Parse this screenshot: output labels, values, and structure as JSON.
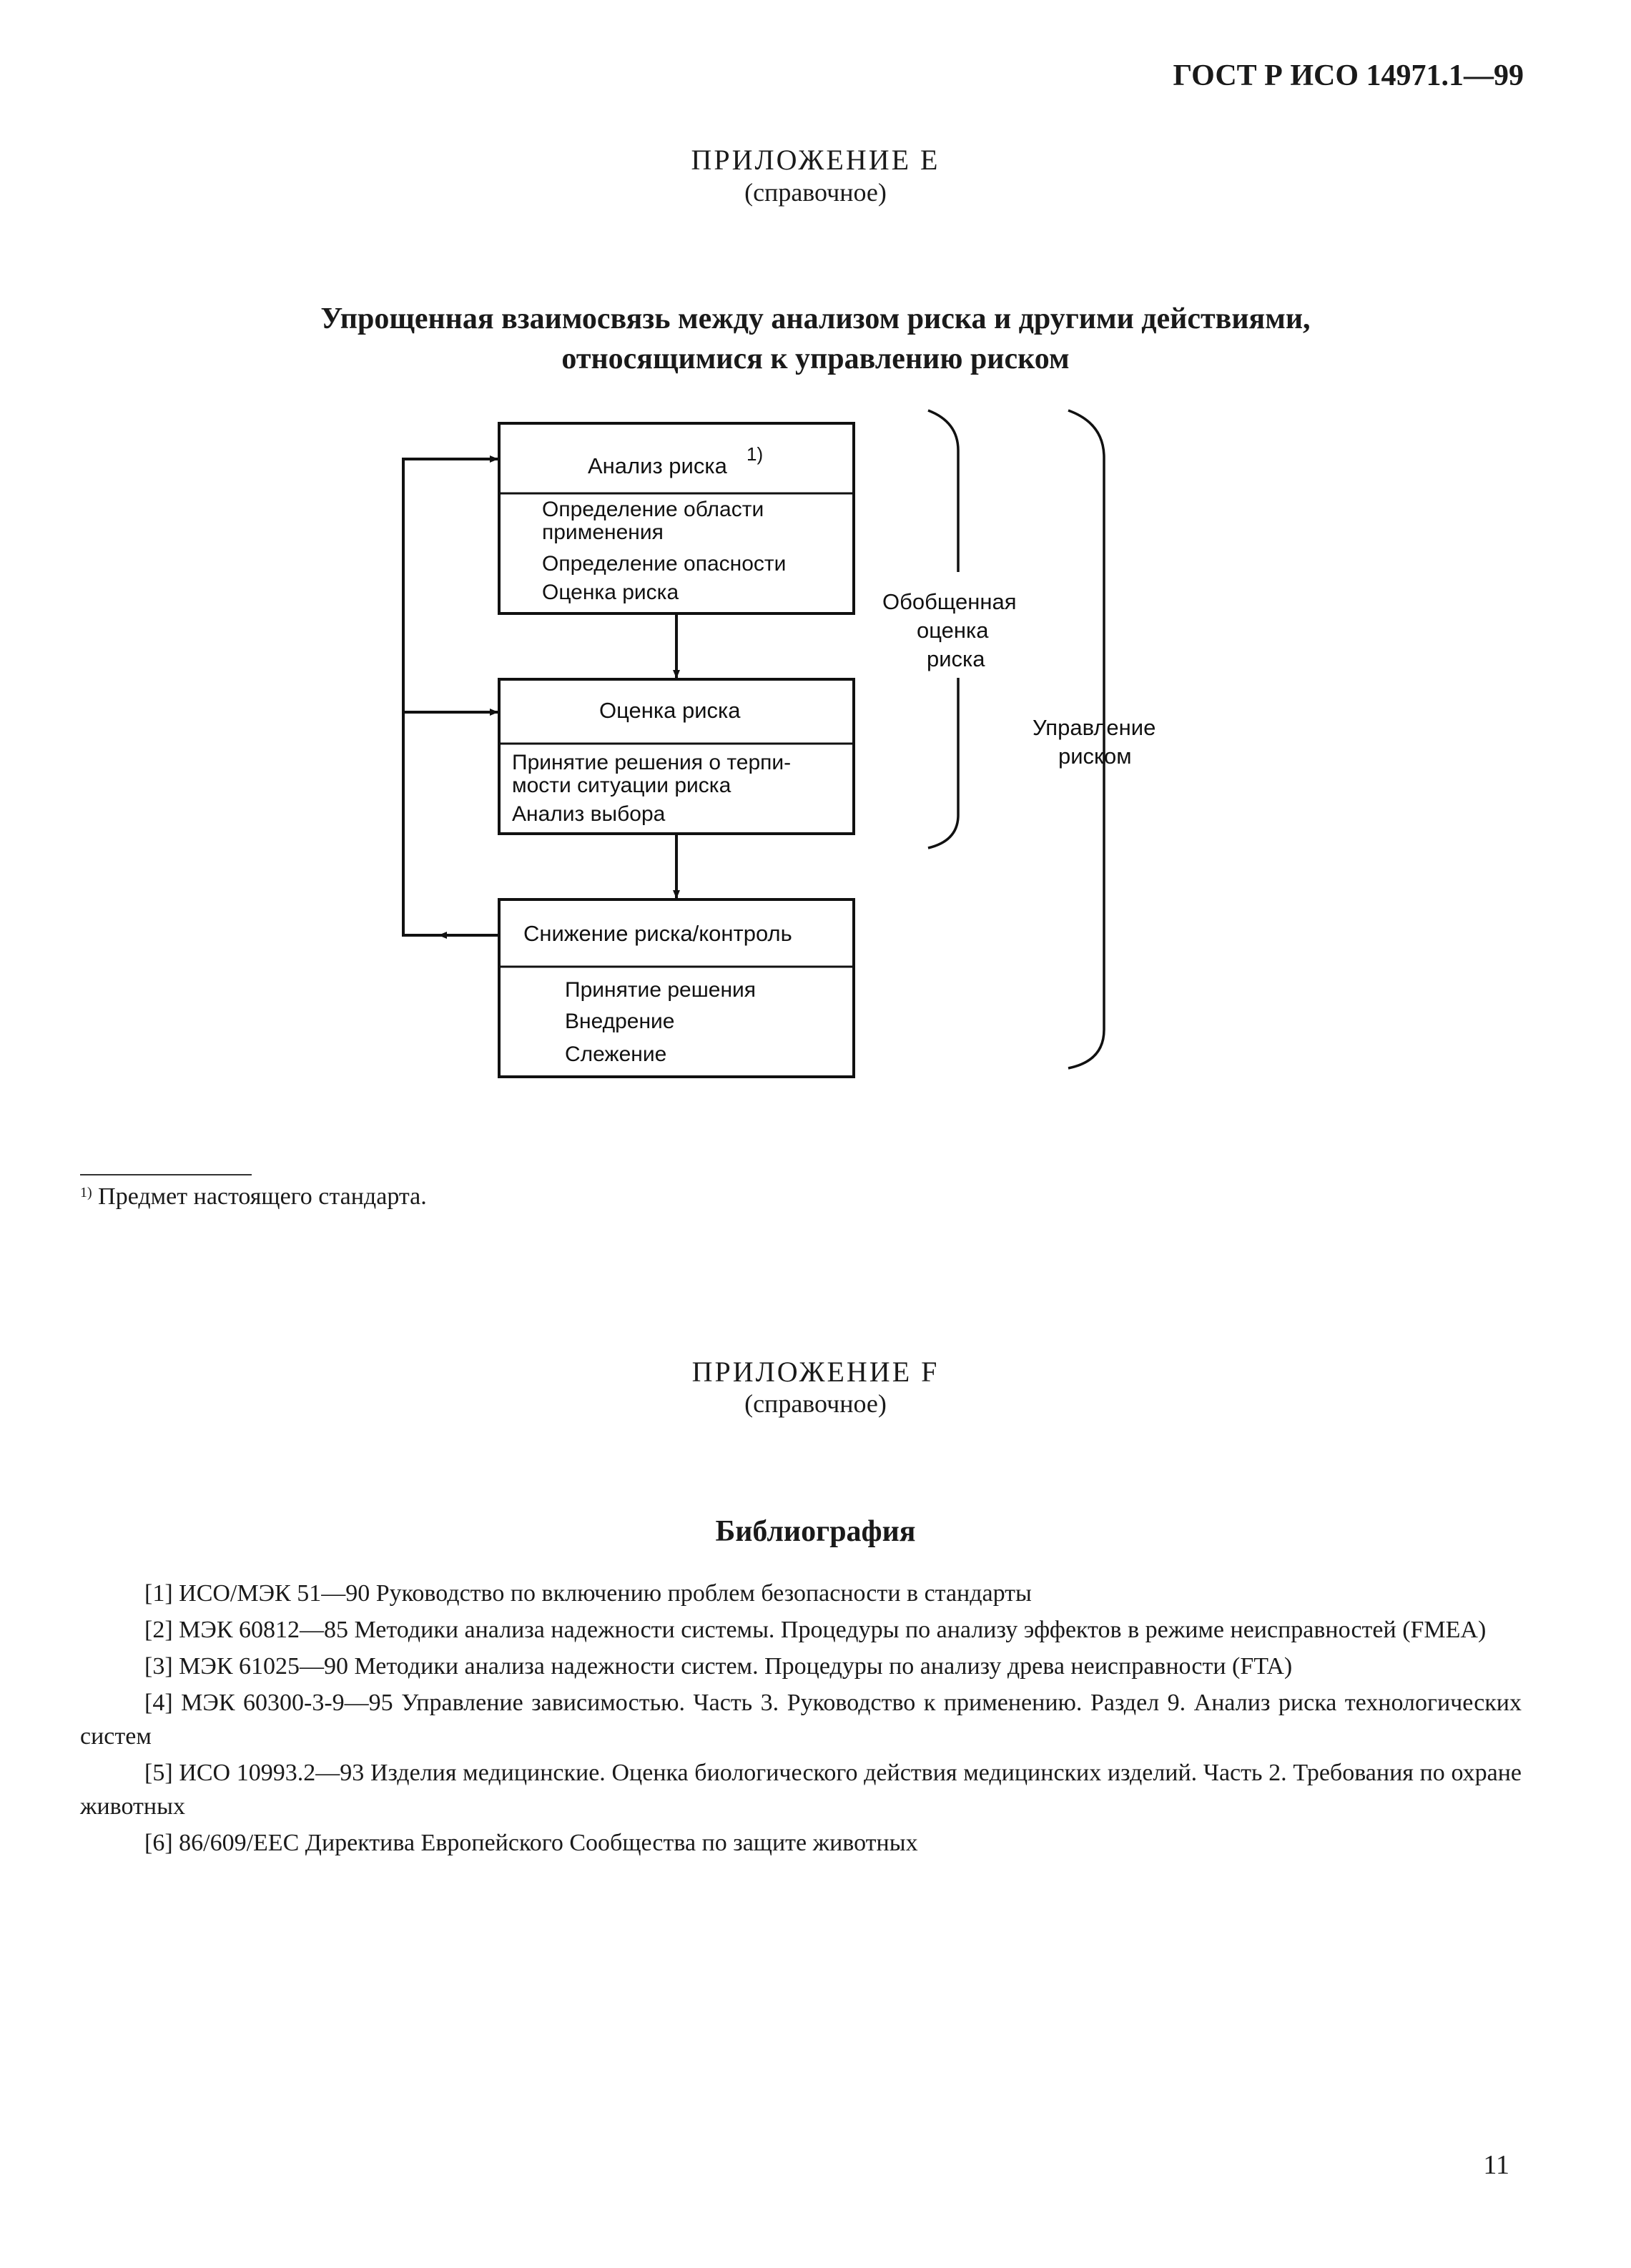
{
  "header": {
    "standard_code": "ГОСТ Р ИСО 14971.1—99"
  },
  "appendix_e": {
    "title": "ПРИЛОЖЕНИЕ Е",
    "subtitle": "(справочное)",
    "figure_title_line1": "Упрощенная взаимосвязь между анализом риска и другими действиями,",
    "figure_title_line2": "относящимися к управлению риском"
  },
  "diagram": {
    "box1": {
      "title": "Анализ риска",
      "title_superscript": "1)",
      "items": [
        "Определение области",
        "применения",
        "Определение опасности",
        "Оценка риска"
      ]
    },
    "box2": {
      "title": "Оценка риска",
      "items": [
        "Принятие решения о терпи-",
        "мости ситуации риска",
        "Анализ выбора"
      ]
    },
    "box3": {
      "title": "Снижение риска/контроль",
      "items": [
        "Принятие решения",
        "Внедрение",
        "Слежение"
      ]
    },
    "brace1_label": [
      "Обобщенная",
      "оценка",
      "риска"
    ],
    "brace2_label": [
      "Управление",
      "риском"
    ]
  },
  "footnote": {
    "marker": "1)",
    "text": "Предмет настоящего стандарта."
  },
  "appendix_f": {
    "title": "ПРИЛОЖЕНИЕ F",
    "subtitle": "(справочное)",
    "section_title": "Библиография"
  },
  "bibliography": [
    "[1] ИСО/МЭК 51—90 Руководство по включению проблем безопасности в стандарты",
    "[2] МЭК 60812—85 Методики анализа надежности системы. Процедуры по анализу эффектов в режиме неисправностей (FMEA)",
    "[3] МЭК 61025—90 Методики анализа надежности систем. Процедуры по анализу древа неисправности (FTA)",
    "[4] МЭК 60300-3-9—95 Управление зависимостью. Часть 3. Руководство к применению. Раздел 9. Анализ риска технологических систем",
    "[5] ИСО 10993.2—93 Изделия медицинские. Оценка биологического действия медицинских изделий. Часть 2. Требования по охране животных",
    "[6] 86/609/EEC Директива Европейского Сообщества по защите животных"
  ],
  "page_number": "11"
}
